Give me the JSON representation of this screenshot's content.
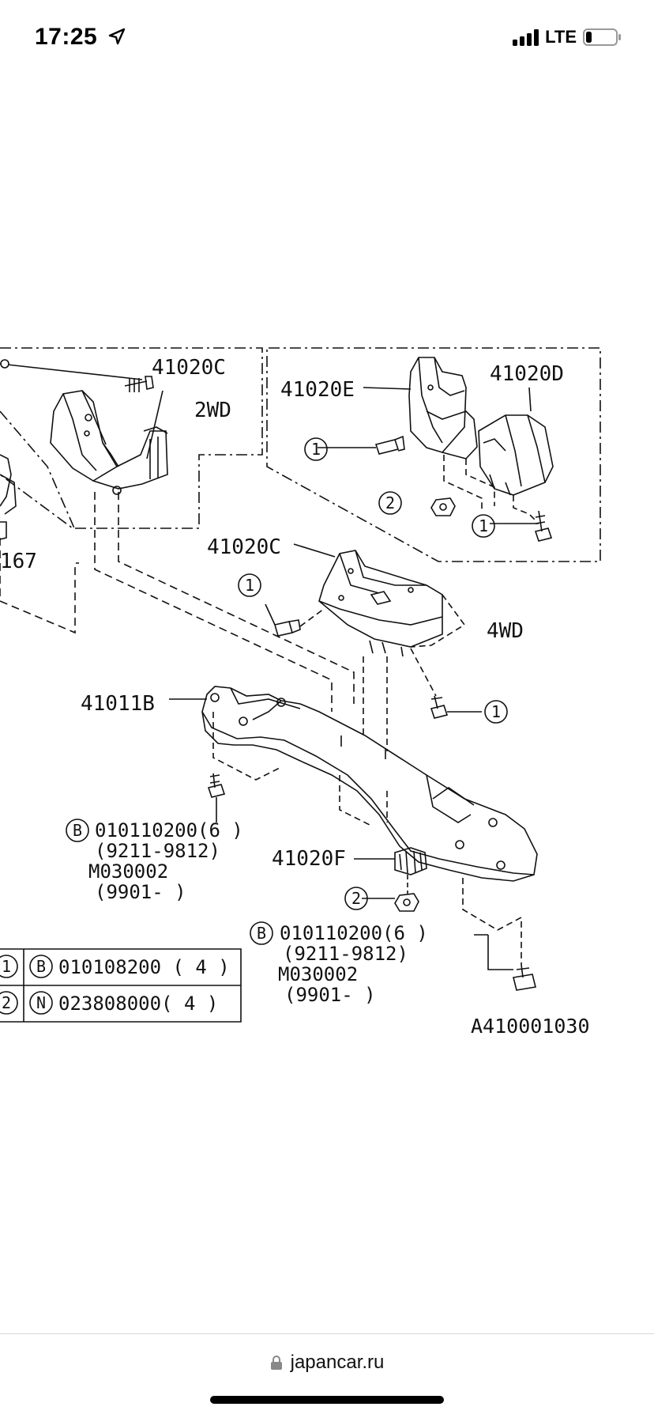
{
  "status_bar": {
    "time": "17:25",
    "network": "LTE",
    "battery_level": 0.2
  },
  "diagram": {
    "labels": {
      "p41020C_2wd": "41020C",
      "wd2": "2WD",
      "p41020E": "41020E",
      "p41020D": "41020D",
      "p41020C_4wd": "41020C",
      "wd4": "4WD",
      "p41011B": "41011B",
      "p41020F": "41020F",
      "ref167": "167",
      "drawing_code": "A410001030"
    },
    "callouts": {
      "one": "1",
      "two": "2",
      "B": "B",
      "N": "N"
    },
    "bolt_group_left": {
      "line1": "010110200(6  )",
      "line2": "(9211-9812)",
      "line3": "M030002",
      "line4": "(9901-      )"
    },
    "bolt_group_right": {
      "line1": "010110200(6  )",
      "line2": "(9211-9812)",
      "line3": "M030002",
      "line4": "(9901-      )"
    },
    "legend": [
      {
        "ref": "1",
        "kind": "B",
        "part": "010108200 ( 4  )"
      },
      {
        "ref": "2",
        "kind": "N",
        "part": "023808000( 4  )"
      }
    ]
  },
  "browser": {
    "url": "japancar.ru"
  }
}
